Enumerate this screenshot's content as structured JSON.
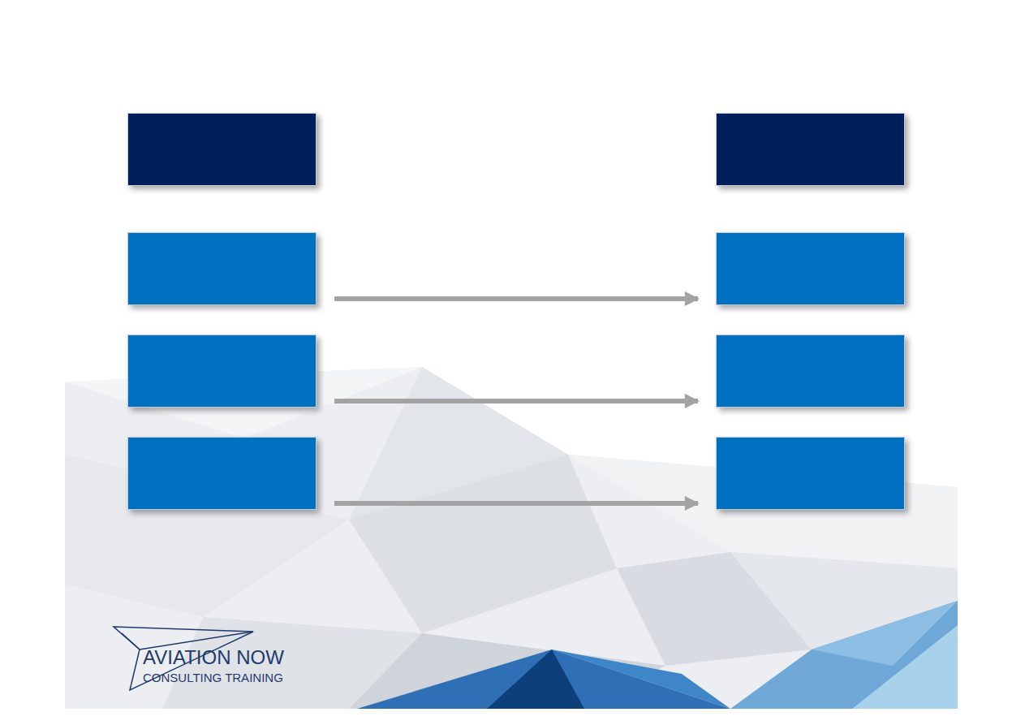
{
  "diagram": {
    "nodes": [
      {
        "text": []
      },
      {
        "text": []
      },
      {
        "text": []
      },
      {
        "text": []
      },
      {
        "text": []
      },
      {
        "text": []
      },
      {
        "text": []
      },
      {
        "text": []
      }
    ],
    "edges": [
      {
        "from": 2,
        "to": 3,
        "arrow": "to"
      },
      {
        "from": 4,
        "to": 5,
        "arrow": "to"
      },
      {
        "from": 6,
        "to": 7,
        "arrow": "to"
      }
    ],
    "labels": [
      "AVIATION NOW",
      "CONSULTING TRAINING"
    ]
  }
}
